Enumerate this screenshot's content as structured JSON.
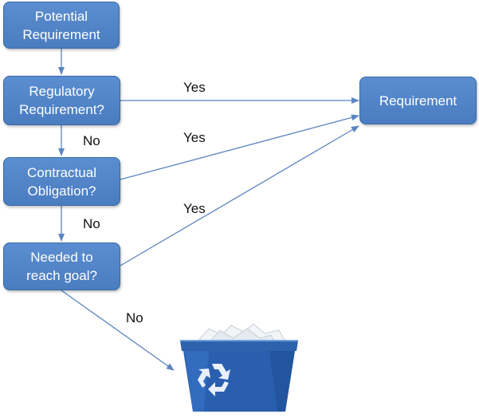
{
  "nodes": {
    "potential": "Potential\nRequirement",
    "regulatory": "Regulatory\nRequirement?",
    "contractual": "Contractual\nObligation?",
    "needed": "Needed to\nreach goal?",
    "requirement": "Requirement"
  },
  "labels": {
    "yes_regulatory": "Yes",
    "yes_contractual": "Yes",
    "yes_needed": "Yes",
    "no_regulatory": "No",
    "no_contractual": "No",
    "no_needed": "No"
  },
  "icons": {
    "discard": "recycle-bin-icon"
  },
  "colors": {
    "box_fill": "#4a7cc0",
    "box_border": "#3a6aa8",
    "arrow": "#5b85c0",
    "text": "#ffffff"
  }
}
